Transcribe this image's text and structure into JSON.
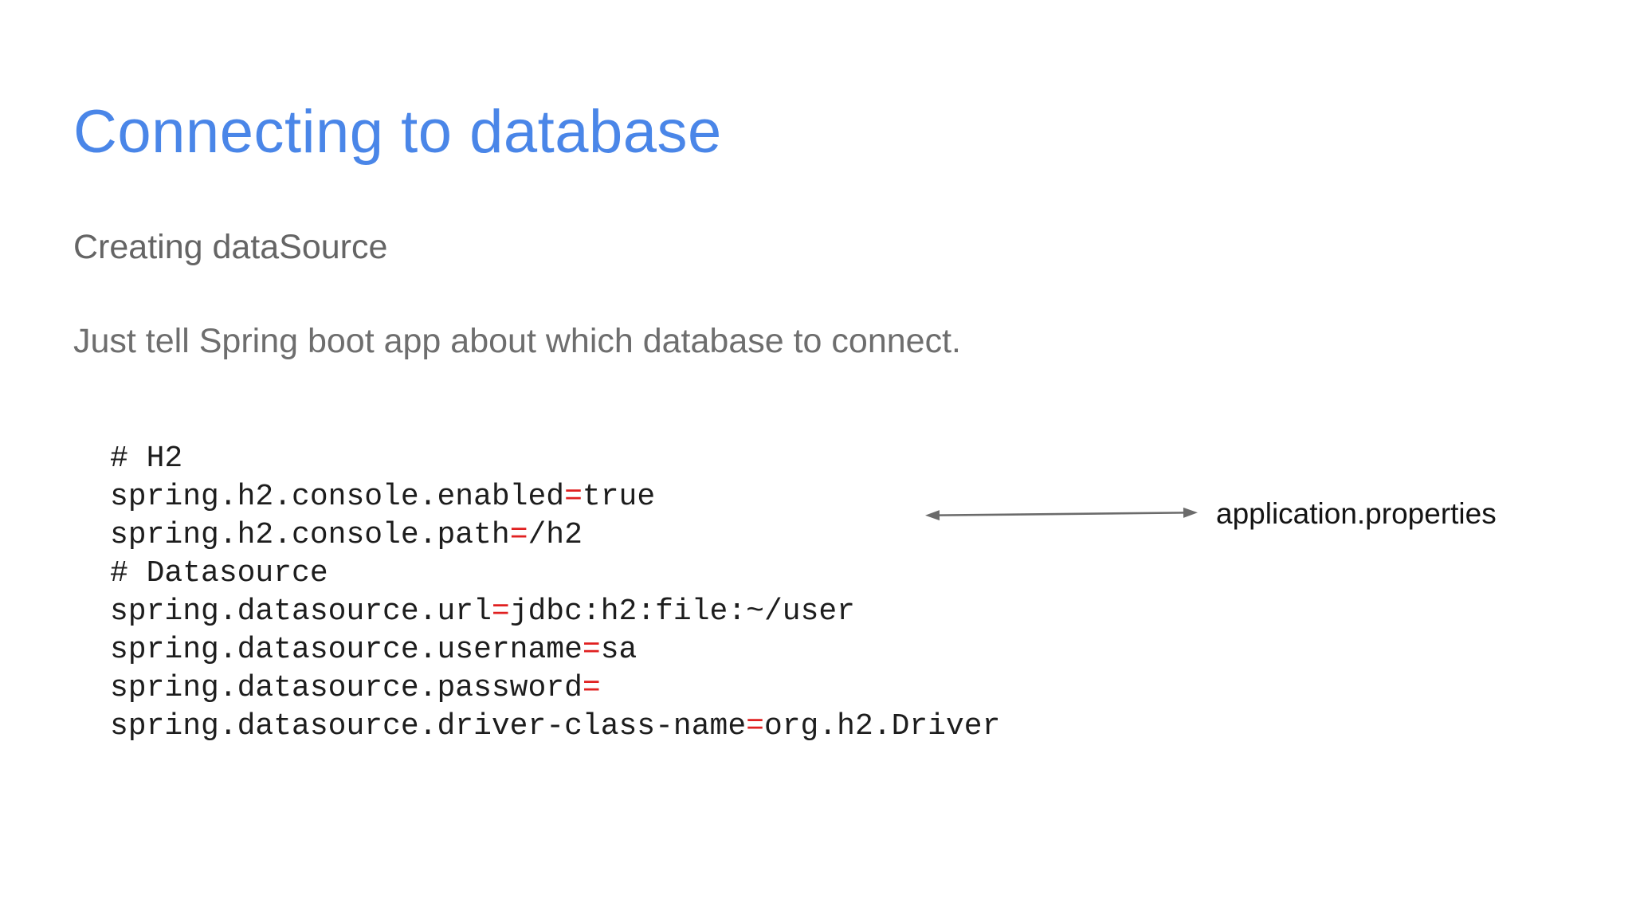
{
  "colors": {
    "background": "#ffffff",
    "title_blue": "#4a86e8",
    "subtitle_gray": "#656565",
    "body_gray": "#6e6e6e",
    "code_text": "#1d1d1d",
    "code_equals_red": "#e02020",
    "arrow_gray": "#6b6b6b",
    "label_black": "#141414"
  },
  "slide": {
    "title": "Connecting to database",
    "subtitle": "Creating dataSource",
    "body_text": "Just tell Spring boot app about which database to connect.",
    "annotation": {
      "arrow_icon": "double-headed-arrow",
      "label": "application.properties"
    }
  },
  "code": {
    "file_hint": "application.properties",
    "equals_char": "=",
    "lines": [
      {
        "comment": "# H2"
      },
      {
        "key": "spring.h2.console.enabled",
        "value": "true"
      },
      {
        "key": "spring.h2.console.path",
        "value": "/h2"
      },
      {
        "comment": "# Datasource"
      },
      {
        "key": "spring.datasource.url",
        "value": "jdbc:h2:file:~/user"
      },
      {
        "key": "spring.datasource.username",
        "value": "sa"
      },
      {
        "key": "spring.datasource.password",
        "value": ""
      },
      {
        "key": "spring.datasource.driver-class-name",
        "value": "org.h2.Driver"
      }
    ]
  }
}
